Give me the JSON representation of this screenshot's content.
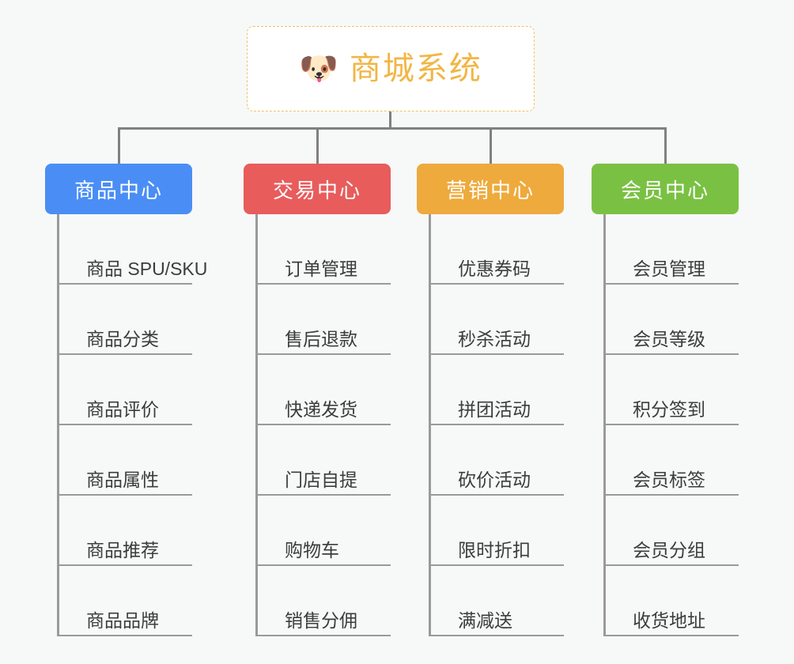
{
  "page": {
    "background_color": "#f7f8f8",
    "line_color": "#9a9a9a"
  },
  "root": {
    "icon": "dog-face-emoji",
    "emoji": "🐶",
    "title": "商城系统",
    "text_color": "#f2b544",
    "border_color": "#f0c066",
    "background_color": "#ffffff"
  },
  "columns": [
    {
      "id": "product-center",
      "title": "商品中心",
      "color": "#4a8ef5",
      "items": [
        "商品 SPU/SKU",
        "商品分类",
        "商品评价",
        "商品属性",
        "商品推荐",
        "商品品牌"
      ]
    },
    {
      "id": "trade-center",
      "title": "交易中心",
      "color": "#e85c5c",
      "items": [
        "订单管理",
        "售后退款",
        "快递发货",
        "门店自提",
        "购物车",
        "销售分佣"
      ]
    },
    {
      "id": "marketing-center",
      "title": "营销中心",
      "color": "#eeaa3c",
      "items": [
        "优惠券码",
        "秒杀活动",
        "拼团活动",
        "砍价活动",
        "限时折扣",
        "满减送"
      ]
    },
    {
      "id": "member-center",
      "title": "会员中心",
      "color": "#7ac143",
      "items": [
        "会员管理",
        "会员等级",
        "积分签到",
        "会员标签",
        "会员分组",
        "收货地址"
      ]
    }
  ]
}
